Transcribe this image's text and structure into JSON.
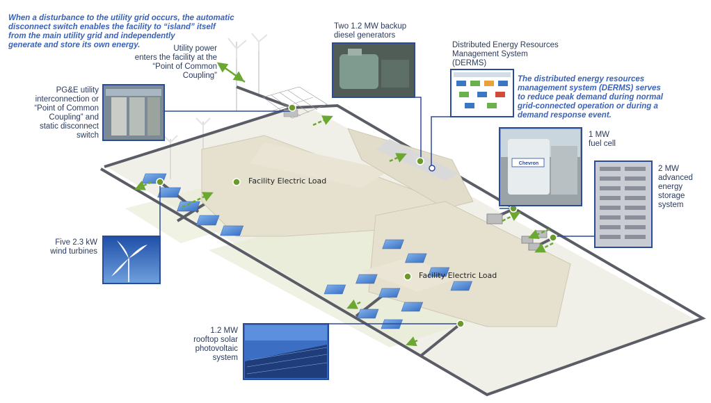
{
  "notes": {
    "island": [
      "When a disturbance to the utility grid occurs, the automatic",
      "disconnect switch enables the facility to “island” itself",
      "from the main utility grid and independently",
      "generate and store its own energy."
    ],
    "derms": [
      "The distributed energy resources",
      "management system (DERMS) serves",
      "to reduce peak demand during normal",
      "grid-connected operation or during a",
      "demand response event."
    ]
  },
  "labels": {
    "utility_power": [
      "Utility power",
      "enters the facility at the",
      "“Point of Common Coupling”"
    ],
    "pge": [
      "PG&E utility",
      "interconnection or",
      "“Point of Common",
      "Coupling” and",
      "static disconnect",
      "switch"
    ],
    "generators": [
      "Two 1.2 MW backup",
      "diesel generators"
    ],
    "derms_title": [
      "Distributed Energy Resources",
      "Management System",
      "(DERMS)"
    ],
    "fuel_cell": [
      "1 MW",
      "fuel cell"
    ],
    "storage": [
      "2 MW",
      "advanced",
      "energy",
      "storage",
      "system"
    ],
    "wind": [
      "Five 2.3 kW",
      "wind turbines"
    ],
    "solar": [
      "1.2 MW",
      "rooftop solar",
      "photovoltaic",
      "system"
    ],
    "load1": "Facility Electric Load",
    "load2": "Facility Electric Load",
    "fuel_cell_brand": "Chevron"
  },
  "colors": {
    "accent_blue": "#2a4a9a",
    "note_blue": "#3a62b8",
    "node_green": "#6b9a2a",
    "arrow_green": "#6aa832",
    "building": "#e6e1cf",
    "grid_line": "#5a5d66"
  }
}
